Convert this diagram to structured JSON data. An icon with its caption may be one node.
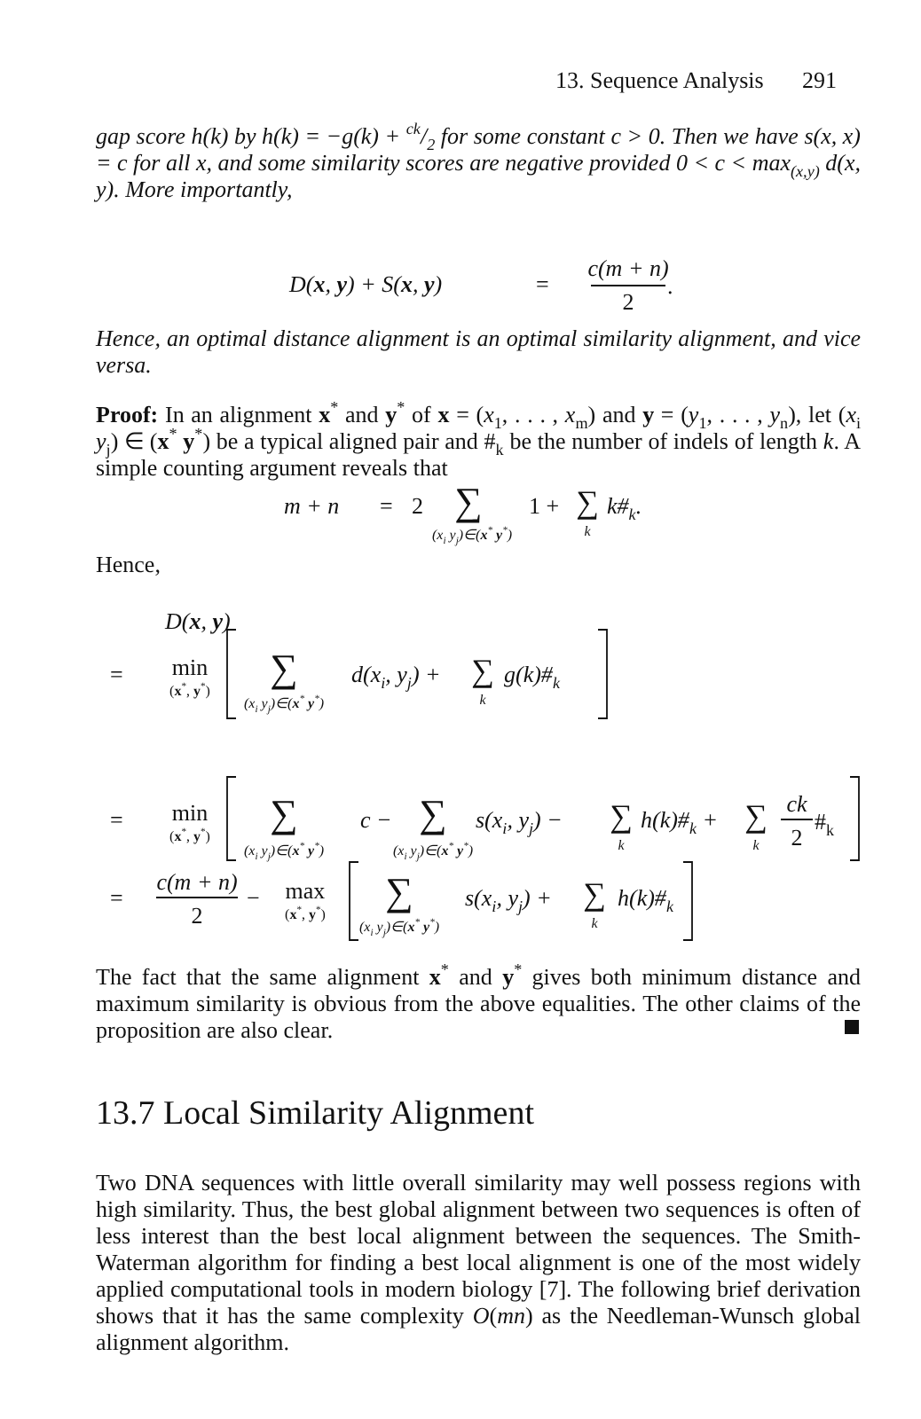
{
  "diagram": {
    "labels": [
      "13. Sequence Analysis",
      "291",
      "gap score h(k) by h(k) = −g(k) + $^{ck}$/$_{2}$ for some constant c > 0. Then we have s(x, x) = c for all x, and some similarity scores are negative provided 0 < c < max$_{(x,y)}$ d(x, y). More importantly,",
      "D(**x**, **y**) + S(**x**, **y**)",
      "=",
      "c(m + n)",
      "2",
      ".",
      "Hence, an optimal distance alignment is an optimal similarity alignment, and vice versa.",
      "**Proof:** In an alignment **x**$^{*}$ and **y**$^{*}$ of **x** = (*x*$_{1}$, . . . , *x*$_{m}$) and **y** = (*y*$_{1}$, . . . , *y*$_{n}$), let (*x*$_{i}$ *y*$_{j}$) ∈ (**x**$^{*}$ **y**$^{*}$) be a typical aligned pair and #$_{k}$ be the number of indels of length *k*. A simple counting argument reveals that",
      "m + n",
      "=",
      "2",
      "∑",
      "(x$_{i}$ y$_{j}$)∈(**x**$^{*}$ **y**$^{*}$)",
      "1 +",
      "∑",
      "k",
      "k#$_{k}$.",
      "Hence,",
      "D(**x**, **y**)",
      "=",
      "min",
      "(**x**$^{*}$, **y**$^{*}$)",
      "∑",
      "(x$_{i}$ y$_{j}$)∈(**x**$^{*}$ **y**$^{*}$)",
      "d(x$_{i}$, y$_{j}$) +",
      "∑",
      "k",
      "g(k)#$_{k}$",
      "=",
      "min",
      "(**x**$^{*}$, **y**$^{*}$)",
      "∑",
      "(x$_{i}$ y$_{j}$)∈(**x**$^{*}$ **y**$^{*}$)",
      "c −",
      "∑",
      "(x$_{i}$ y$_{j}$)∈(**x**$^{*}$ **y**$^{*}$)",
      "s(x$_{i}$, y$_{j}$) −",
      "∑",
      "k",
      "h(k)#$_{k}$ +",
      "∑",
      "k",
      "ck",
      "2",
      "#$_{k}$",
      "=",
      "c(m + n)",
      "2",
      "−",
      "max",
      "(**x**$^{*}$, **y**$^{*}$)",
      "∑",
      "(x$_{i}$ y$_{j}$)∈(**x**$^{*}$ **y**$^{*}$)",
      "s(x$_{i}$, y$_{j}$) +",
      "∑",
      "k",
      "h(k)#$_{k}$",
      "The fact that the same alignment **x**$^{*}$ and **y**$^{*}$ gives both minimum distance and maximum similarity is obvious from the above equalities. The other claims of the proposition are also clear.",
      "13.7 Local Similarity Alignment",
      "Two DNA sequences with little overall similarity may well possess regions with high similarity. Thus, the best global alignment between two sequences is often of less interest than the best local alignment between the sequences. The Smith-Waterman algorithm for finding a best local alignment is one of the most widely applied computational tools in modern biology [7]. The following brief derivation shows that it has the same complexity *O*(*mn*) as the Needleman-Wunsch global alignment algorithm."
    ]
  }
}
